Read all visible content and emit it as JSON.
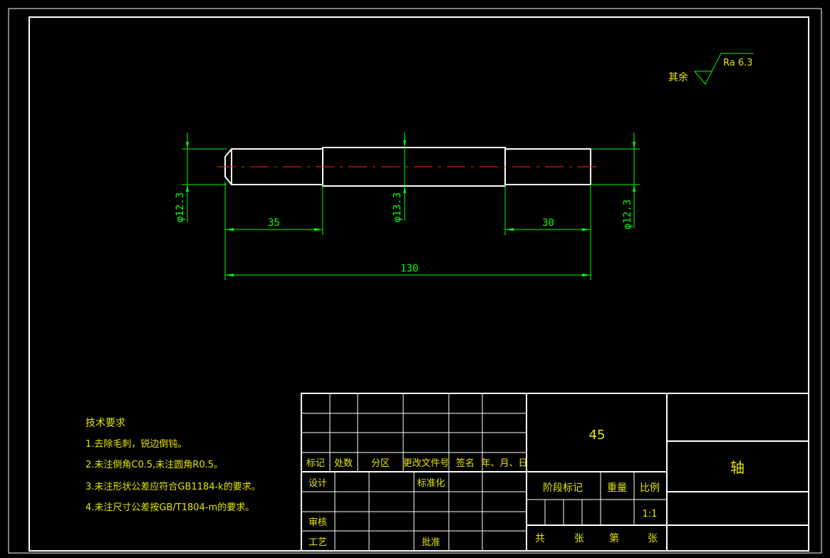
{
  "roughness": {
    "prefix": "其余",
    "value": "Ra 6.3"
  },
  "dimensions": {
    "left_diameter": "φ12.3",
    "middle_diameter": "φ13.3",
    "right_diameter": "φ12.3",
    "left_length": "35",
    "right_length": "30",
    "total_length": "130"
  },
  "tech_requirements": {
    "title": "技术要求",
    "items": [
      "1.去除毛刺，锐边倒钝。",
      "2.未注倒角C0.5,未注圆角R0.5。",
      "3.未注形状公差应符合GB1184-k的要求。",
      "4.未注尺寸公差按GB/T1804-m的要求。"
    ]
  },
  "title_block": {
    "material": "45",
    "part_name": "轴",
    "headers": [
      "标记",
      "处数",
      "分区",
      "更改文件号",
      "签名",
      "年、月、日"
    ],
    "design": "设计",
    "standardization": "标准化",
    "review": "审核",
    "process": "工艺",
    "approve": "批准",
    "stage_mark": "阶段标记",
    "weight": "重量",
    "scale_label": "比例",
    "scale": "1:1",
    "sheets_total": "共",
    "sheets_unit": "张",
    "sheet_no": "第",
    "sheet_unit2": "张"
  }
}
